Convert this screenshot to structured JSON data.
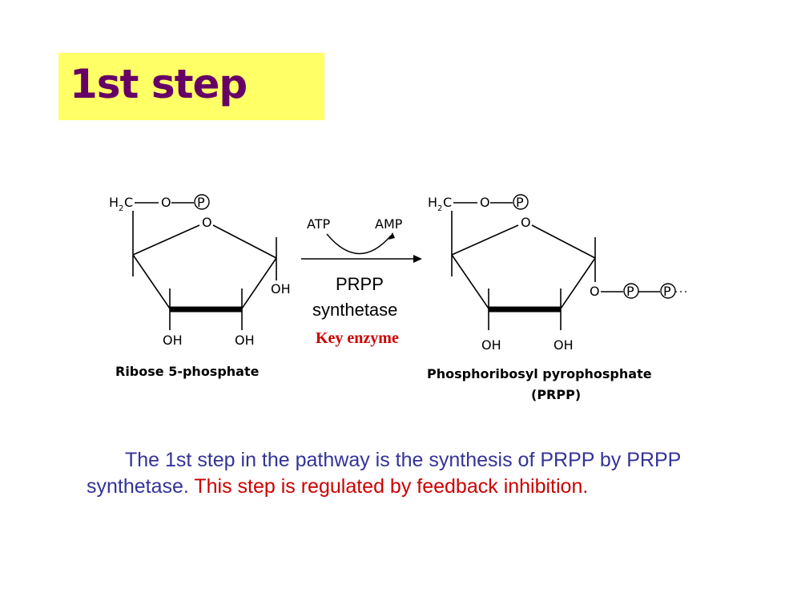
{
  "slide": {
    "title": "1st step"
  },
  "diagram": {
    "reactant": {
      "name": "Ribose 5-phosphate",
      "h2c": "H",
      "h2c_sub": "2",
      "h2c_c": "C",
      "o_link": "O",
      "p": "P",
      "ring_o": "O",
      "oh_right": "OH",
      "oh_bottom_left": "OH",
      "oh_bottom_right": "OH"
    },
    "product": {
      "name": "Phosphoribosyl pyrophosphate",
      "abbrev": "(PRPP)",
      "h2c": "H",
      "h2c_sub": "2",
      "h2c_c": "C",
      "o_link": "O",
      "p": "P",
      "ring_o": "O",
      "o_right": "O",
      "p2": "P",
      "p3": "P",
      "oh_bottom_left": "OH",
      "oh_bottom_right": "OH"
    },
    "arrow": {
      "cofactor_in": "ATP",
      "cofactor_out": "AMP",
      "enzyme_line1": "PRPP",
      "enzyme_line2": "synthetase",
      "key_label": "Key enzyme"
    }
  },
  "body": {
    "blue_text": "The 1st step in the pathway is the synthesis of PRPP by PRPP synthetase. ",
    "red_text": "This step is regulated by feedback inhibition."
  }
}
